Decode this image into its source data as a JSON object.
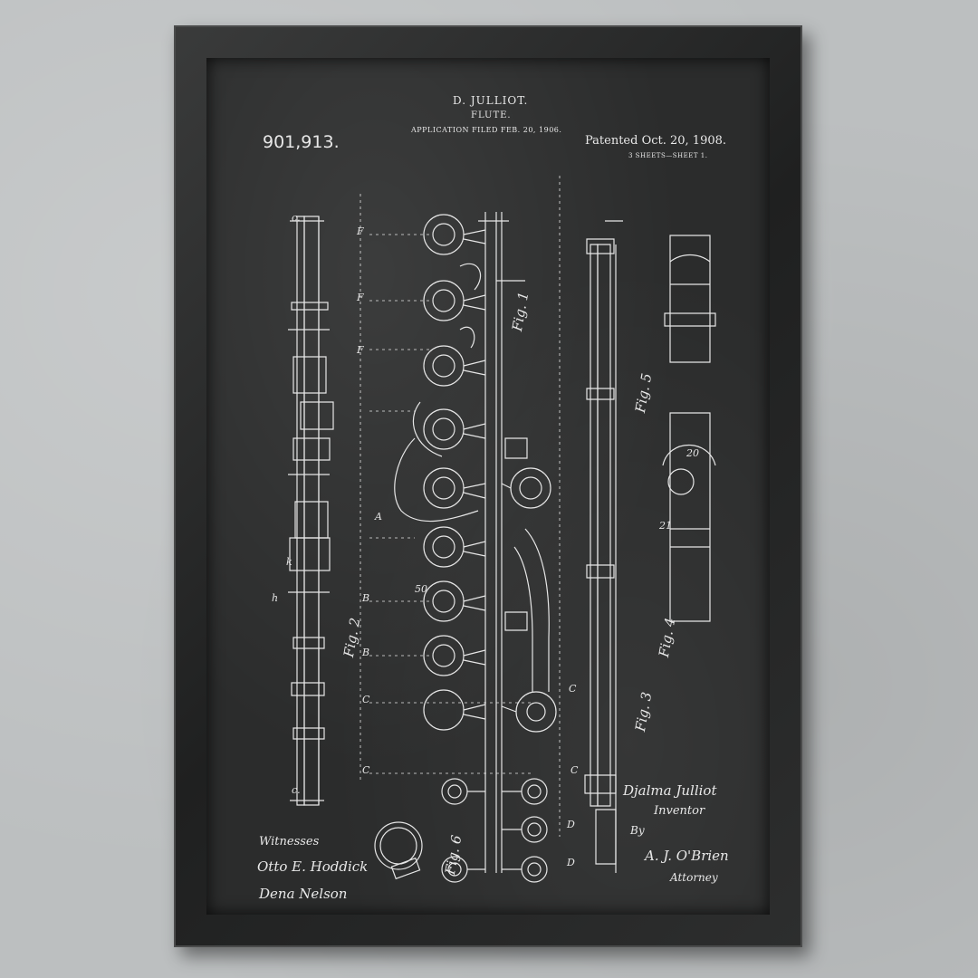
{
  "patent": {
    "inventor_header": "D. JULLIOT.",
    "title": "FLUTE.",
    "application": "APPLICATION FILED FEB. 20, 1906.",
    "number": "901,913.",
    "patented": "Patented Oct. 20, 1908.",
    "sheets": "3 SHEETS—SHEET 1."
  },
  "signatures": {
    "witnesses_label": "Witnesses",
    "witness_1": "Otto E. Hoddick",
    "witness_2": "Dena Nelson",
    "inventor_signature": "Djalma Julliot",
    "inventor_label": "Inventor",
    "by": "By",
    "attorney_signature": "A. J. O'Brien",
    "attorney_label": "Attorney"
  },
  "figure_labels": {
    "fig1": "Fig. 1",
    "fig2": "Fig. 2",
    "fig3": "Fig. 3",
    "fig4": "Fig. 4",
    "fig5": "Fig. 5",
    "fig6": "Fig. 6"
  },
  "colors": {
    "frame": "#2a2b2b",
    "chalkboard": "#2b2c2c",
    "chalk": "#e8e8e8",
    "wall": "#bcbfc0"
  }
}
